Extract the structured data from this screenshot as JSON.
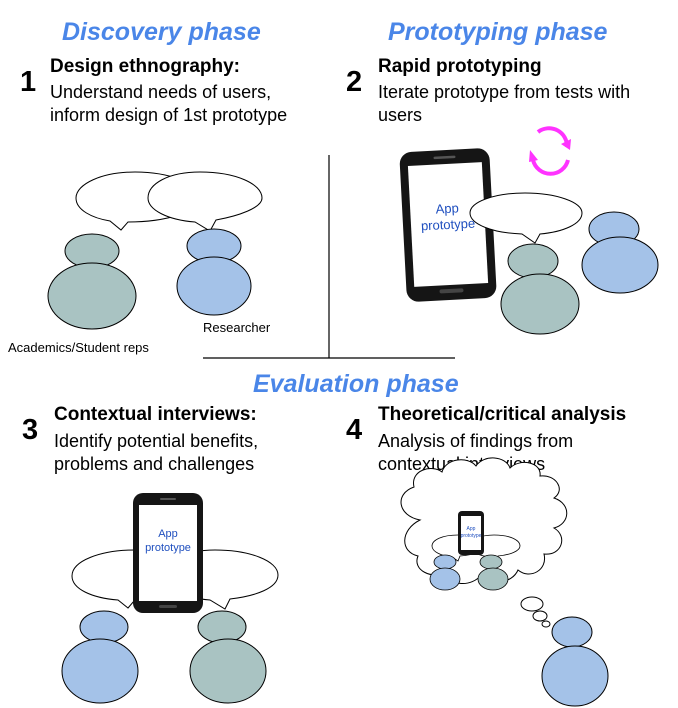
{
  "phases": {
    "discovery": "Discovery phase",
    "prototyping": "Prototyping phase",
    "evaluation": "Evaluation phase"
  },
  "sections": [
    {
      "number": "1",
      "title": "Design ethnography:",
      "body_lines": [
        "Understand needs of users,",
        "inform design of 1st prototype"
      ]
    },
    {
      "number": "2",
      "title": "Rapid prototyping",
      "body_lines": [
        "Iterate prototype from tests with",
        "users"
      ]
    },
    {
      "number": "3",
      "title": "Contextual interviews:",
      "body_lines": [
        "Identify potential benefits,",
        "problems and challenges"
      ]
    },
    {
      "number": "4",
      "title": "Theoretical/critical analysis",
      "body_lines": [
        "Analysis of findings from",
        "contextual interviews"
      ]
    }
  ],
  "labels": {
    "academics": "Academics/Student reps",
    "researcher": "Researcher"
  },
  "phone_text": [
    "App",
    "prototype"
  ],
  "colors": {
    "phase_heading": "#4a86e8",
    "person_teal": "#a9c3c2",
    "person_blue": "#a4c2e8",
    "refresh_icon": "#ff33ff",
    "phone_text": "#1f4fbf"
  }
}
